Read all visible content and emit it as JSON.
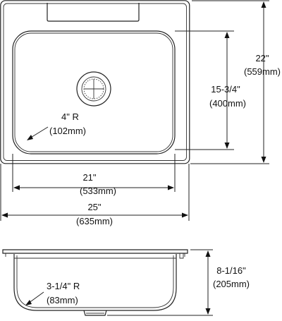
{
  "diagram": {
    "top_view": {
      "radius_label": "4\" R",
      "radius_metric": "(102mm)",
      "inner_width_label": "21\"",
      "inner_width_metric": "(533mm)",
      "overall_width_label": "25\"",
      "overall_width_metric": "(635mm)",
      "inner_depth_label": "15-3/4\"",
      "inner_depth_metric": "(400mm)",
      "overall_depth_label": "22\"",
      "overall_depth_metric": "(559mm)"
    },
    "side_view": {
      "radius_label": "3-1/4\" R",
      "radius_metric": "(83mm)",
      "height_label": "8-1/16\"",
      "height_metric": "(205mm)"
    },
    "colors": {
      "line": "#222222",
      "text": "#111111",
      "background": "#ffffff"
    }
  }
}
